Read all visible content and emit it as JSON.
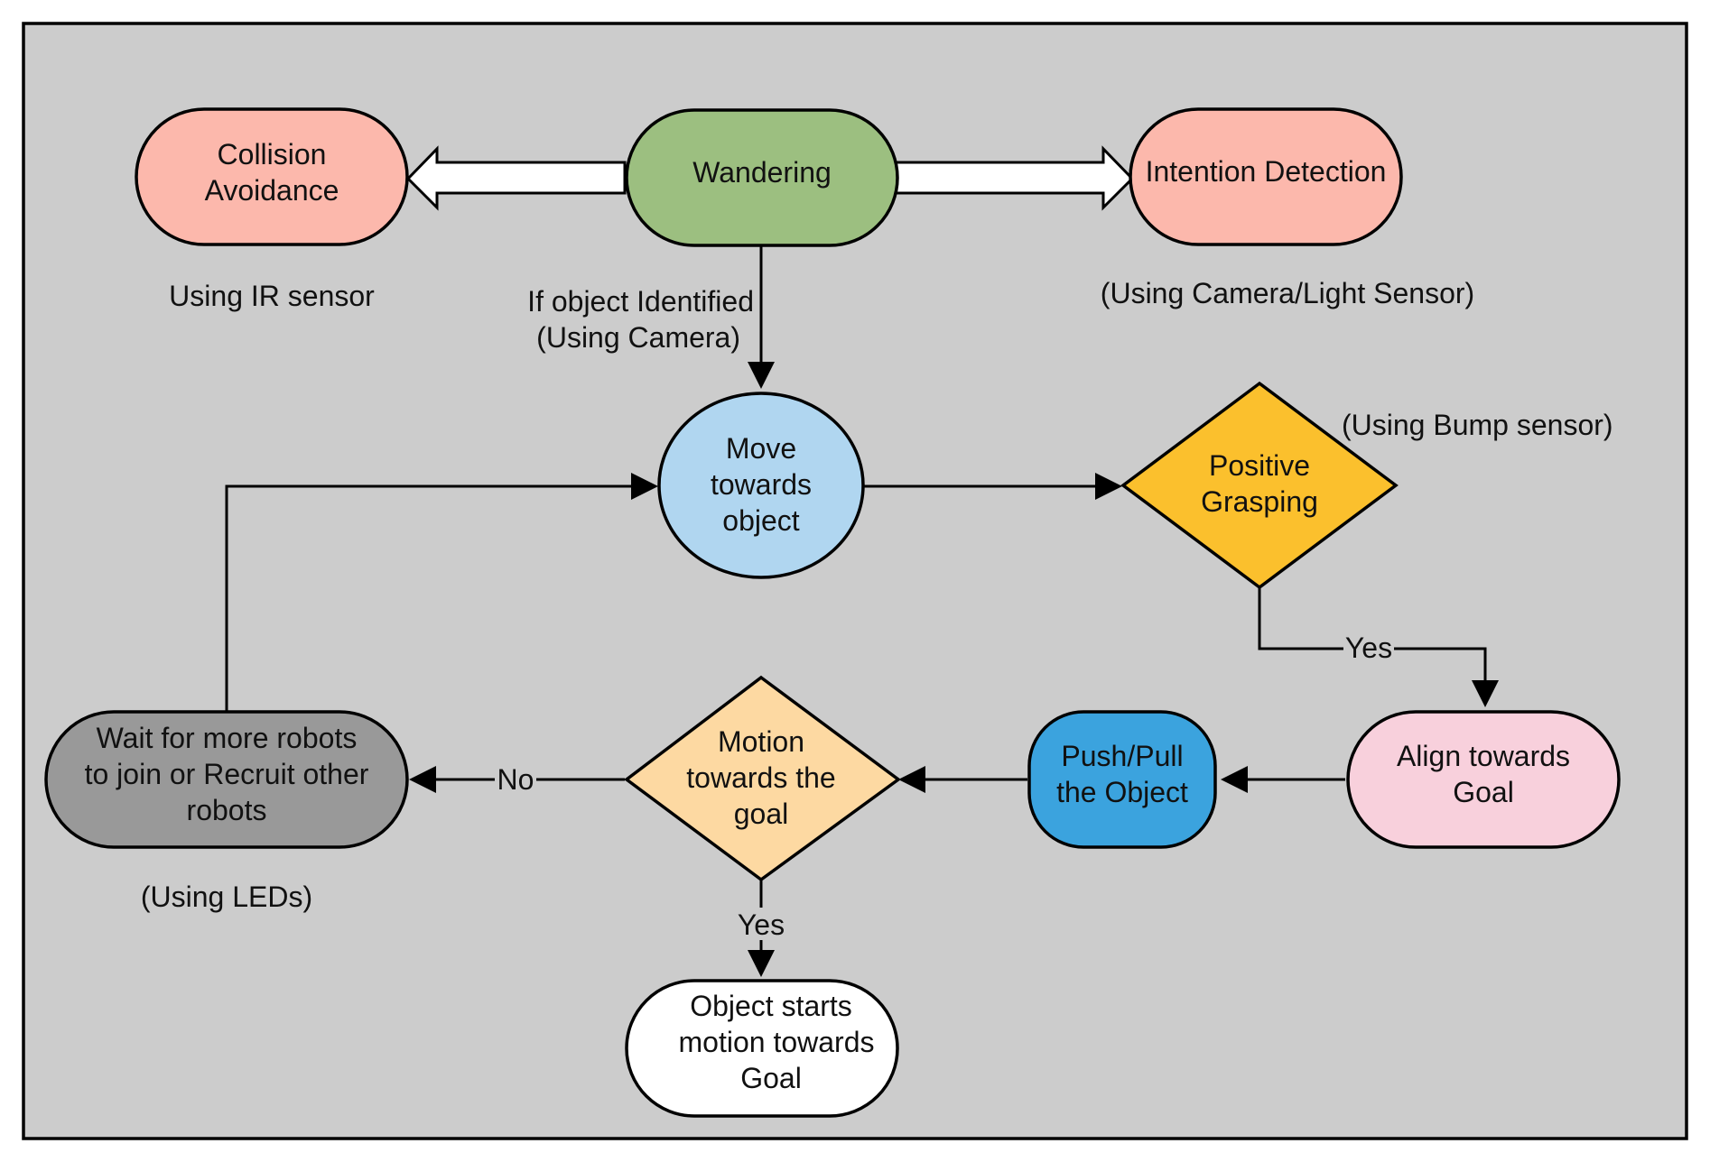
{
  "colors": {
    "panel": "#cccccc",
    "collision": "#fcb8ac",
    "wandering": "#9cbf80",
    "intention": "#fcb8ac",
    "move": "#b0d6f0",
    "grasp": "#fbc02d",
    "align": "#f8d0dc",
    "push": "#3ba3de",
    "motion": "#fdd9a2",
    "wait": "#999999",
    "object": "#ffffff"
  },
  "nodes": {
    "collision": {
      "lines": [
        "Collision",
        "Avoidance"
      ]
    },
    "wandering": {
      "lines": [
        "Wandering"
      ]
    },
    "intention": {
      "lines": [
        "Intention Detection"
      ]
    },
    "move": {
      "lines": [
        "Move",
        "towards",
        "object"
      ]
    },
    "grasp": {
      "lines": [
        "Positive",
        "Grasping"
      ]
    },
    "align": {
      "lines": [
        "Align towards",
        "Goal"
      ]
    },
    "push": {
      "lines": [
        "Push/Pull",
        "the Object"
      ]
    },
    "motion": {
      "lines": [
        "Motion",
        "towards the",
        "goal"
      ]
    },
    "wait": {
      "lines": [
        "Wait for more robots",
        "to join or Recruit other",
        "robots"
      ]
    },
    "object": {
      "lines": [
        "Object starts",
        "motion towards",
        "Goal"
      ]
    }
  },
  "annotations": {
    "ir": "Using IR sensor",
    "camera_light": "(Using Camera/Light Sensor)",
    "identified_1": "If object Identified",
    "identified_2": "(Using Camera)",
    "bump": "(Using Bump sensor)",
    "leds": "(Using LEDs)"
  },
  "edge_labels": {
    "yes_grasp": "Yes",
    "no_motion": "No",
    "yes_motion": "Yes"
  }
}
